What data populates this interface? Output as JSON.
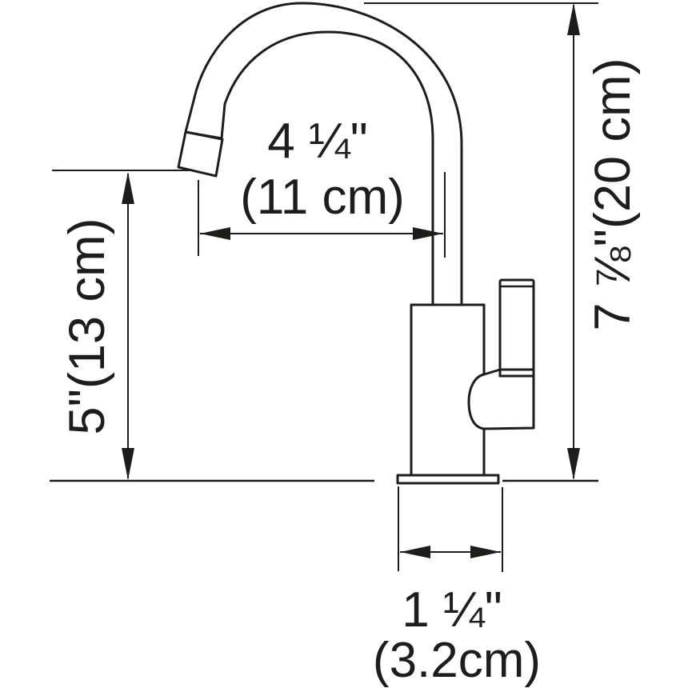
{
  "diagram": {
    "subject": "faucet",
    "view": "side elevation dimensional drawing",
    "colors": {
      "line": "#1d1d1b",
      "background": "#ffffff"
    }
  },
  "dimensions": {
    "spout_reach": {
      "imperial": "4 ¼\"",
      "metric": "(11 cm)"
    },
    "spout_height": {
      "label": "5\"(13 cm)"
    },
    "overall_height": {
      "label": "7 ⅞\"(20 cm)"
    },
    "base_diameter": {
      "imperial": "1 ¼\"",
      "metric": "(3.2cm)"
    }
  }
}
